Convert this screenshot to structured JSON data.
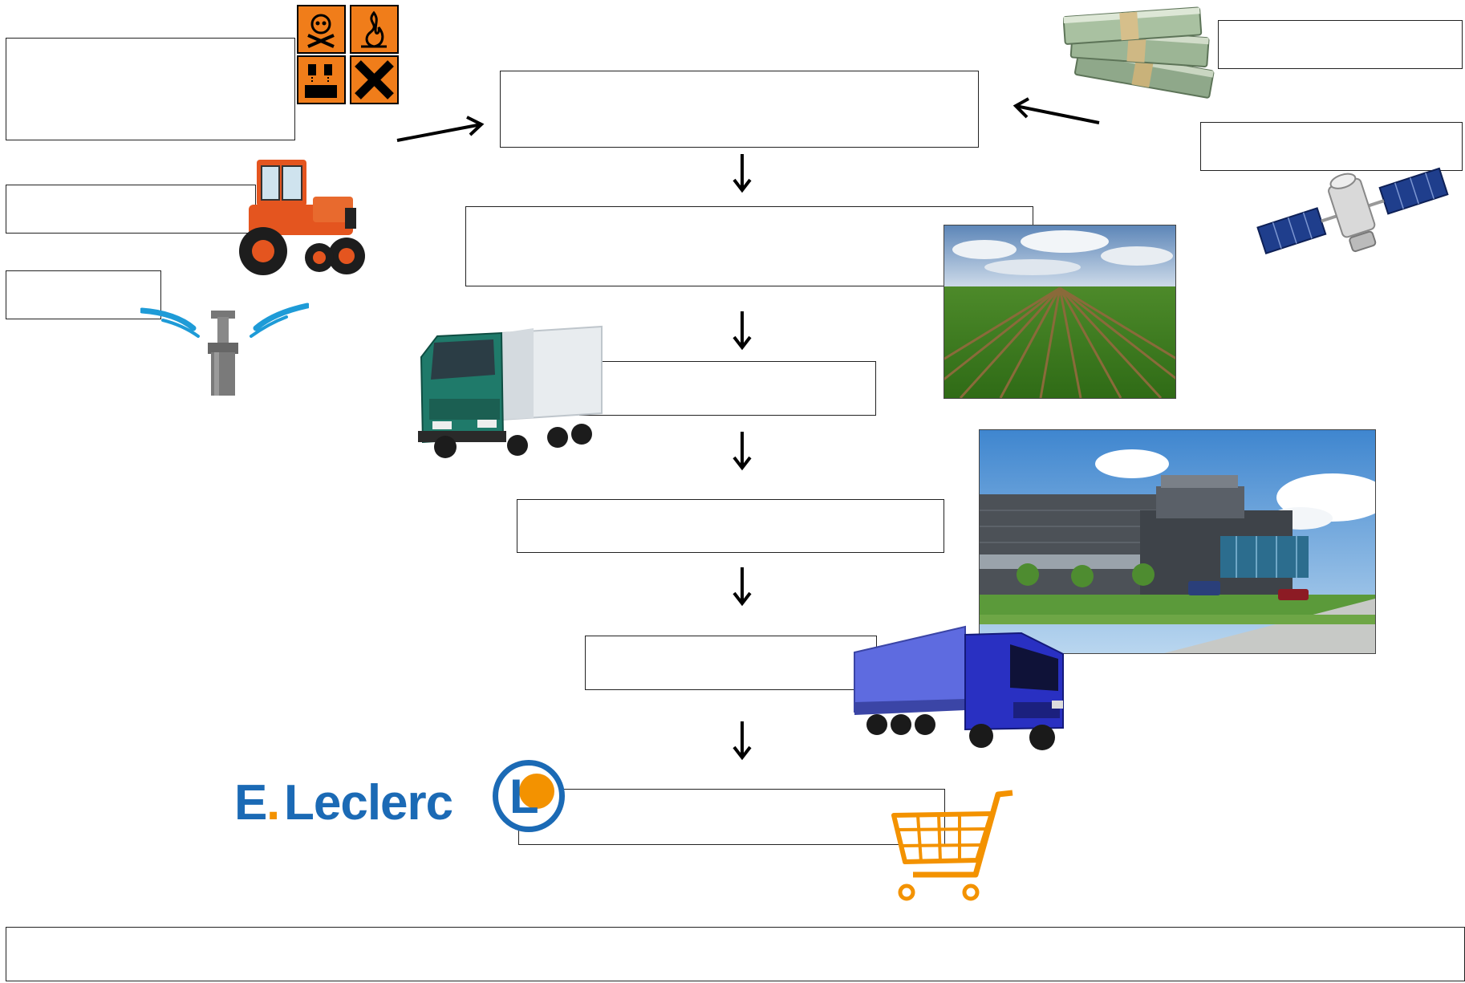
{
  "labels": {
    "retailer_logo": {
      "prefix": "E",
      "dot": ".",
      "name": "Leclerc",
      "emblem": "L"
    }
  },
  "icons": {
    "hazard_symbols": [
      "toxic-icon",
      "flammable-icon",
      "corrosive-icon",
      "harmful-icon"
    ],
    "tractor": "tractor-icon",
    "sprinkler": "sprinkler-icon",
    "money": "money-icon",
    "satellite": "satellite-icon",
    "field_photo": "crop-field-image",
    "truck_green": "green-truck-icon",
    "factory_photo": "factory-image",
    "truck_blue": "blue-truck-icon",
    "cart": "shopping-cart-icon"
  },
  "colors": {
    "hazard_orange": "#F07D1A",
    "leclerc_blue": "#1B6AB5",
    "leclerc_orange": "#F39200",
    "cart_orange": "#F39200"
  }
}
